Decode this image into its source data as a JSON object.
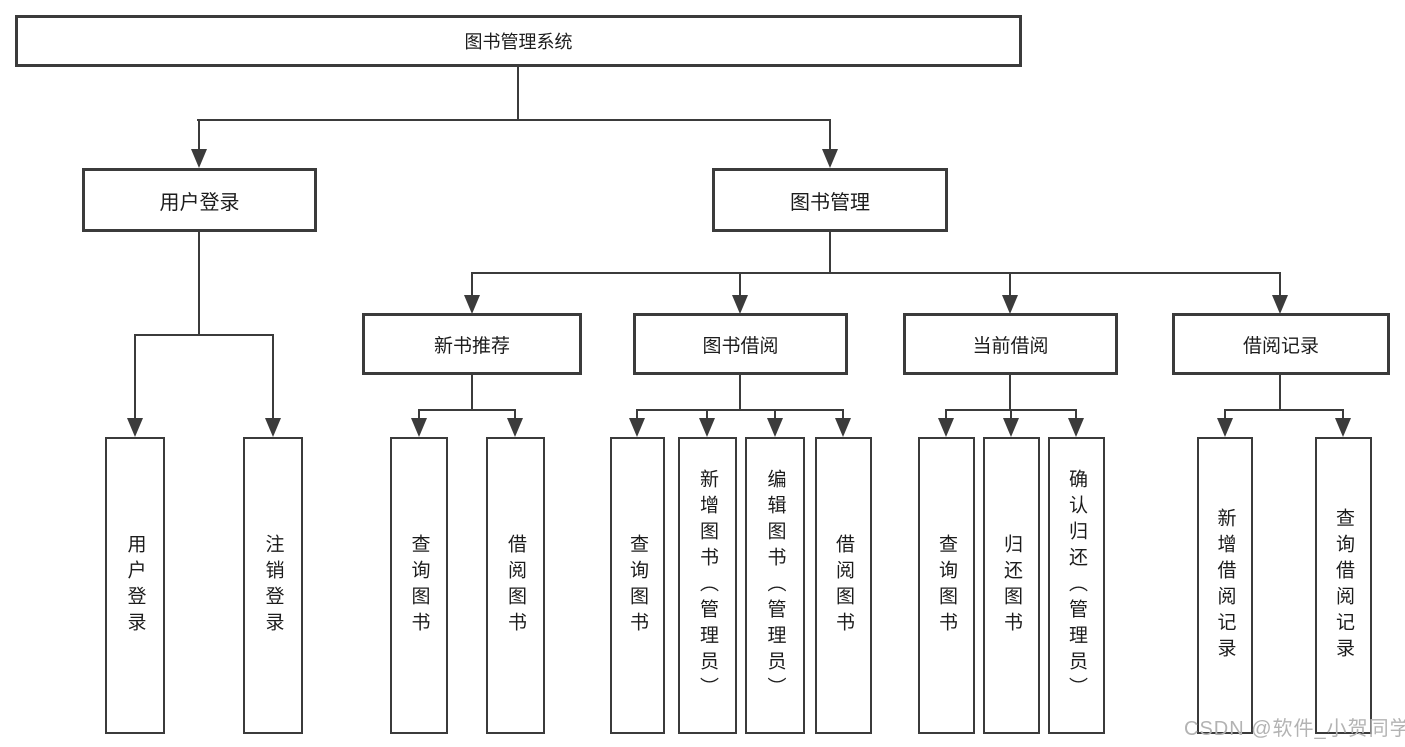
{
  "diagram": {
    "title": "图书管理系统",
    "watermark": "CSDN @软件_小贺同学",
    "colors": {
      "line": "#3b3b3b",
      "text": "#1c1c1c",
      "watermark": "#b3b3b3",
      "background": "#ffffff"
    },
    "branches": [
      {
        "label": "用户登录",
        "children": [
          {
            "label": "用户登录"
          },
          {
            "label": "注销登录"
          }
        ]
      },
      {
        "label": "图书管理",
        "children": [
          {
            "label": "新书推荐",
            "children": [
              {
                "label": "查询图书"
              },
              {
                "label": "借阅图书"
              }
            ]
          },
          {
            "label": "图书借阅",
            "children": [
              {
                "label": "查询图书"
              },
              {
                "label": "新增图书（管理员）"
              },
              {
                "label": "编辑图书（管理员）"
              },
              {
                "label": "借阅图书"
              }
            ]
          },
          {
            "label": "当前借阅",
            "children": [
              {
                "label": "查询图书"
              },
              {
                "label": "归还图书"
              },
              {
                "label": "确认归还（管理员）"
              }
            ]
          },
          {
            "label": "借阅记录",
            "children": [
              {
                "label": "新增借阅记录"
              },
              {
                "label": "查询借阅记录"
              }
            ]
          }
        ]
      }
    ]
  }
}
